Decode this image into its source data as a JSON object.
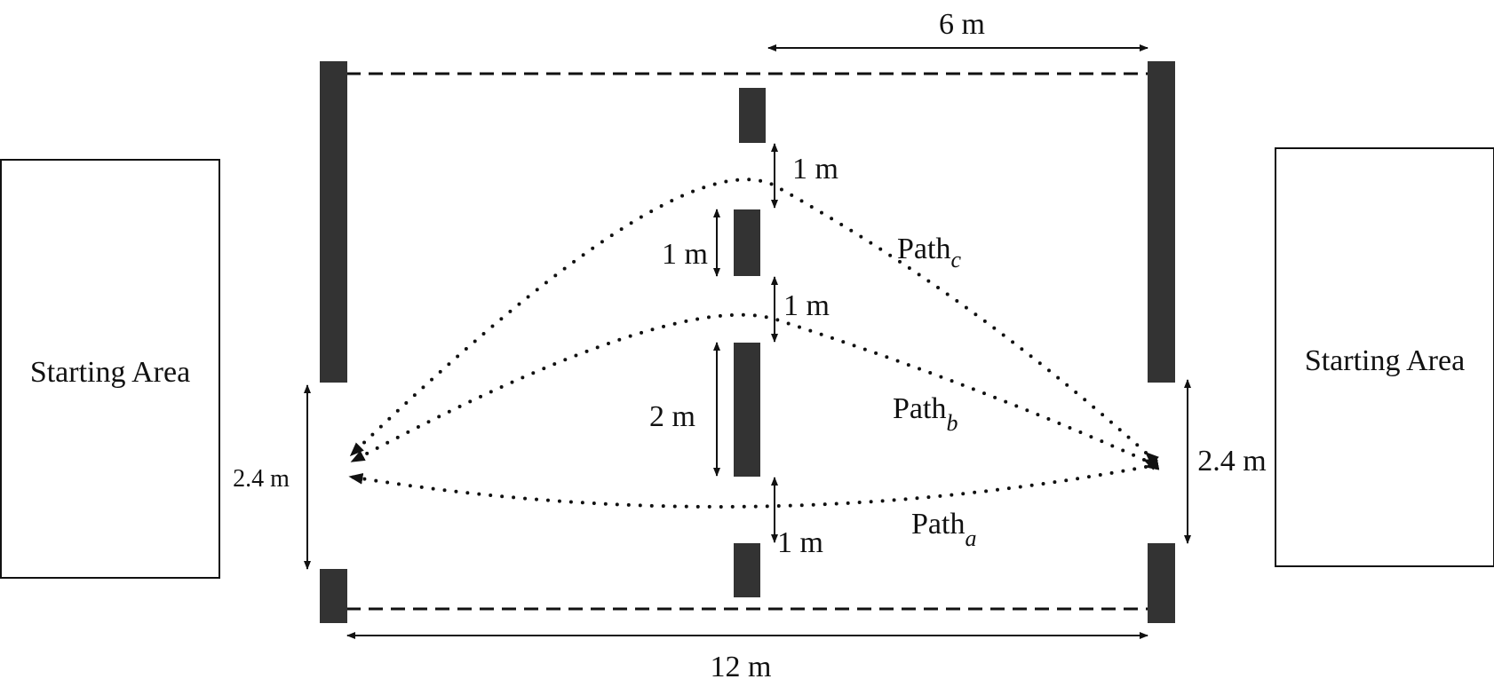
{
  "areas": {
    "left_label": "Starting Area",
    "right_label": "Starting Area"
  },
  "dimensions": {
    "top_width": "6 m",
    "bottom_width": "12 m",
    "left_gap": "2.4 m",
    "right_gap": "2.4 m",
    "center_upper_gap": "1 m",
    "center_left_post": "1 m",
    "center_middle_gap": "1 m",
    "center_long_post": "2 m",
    "center_lower_gap": "1 m"
  },
  "paths": {
    "a": {
      "base": "Path",
      "sub": "a"
    },
    "b": {
      "base": "Path",
      "sub": "b"
    },
    "c": {
      "base": "Path",
      "sub": "c"
    }
  },
  "colors": {
    "post": "#333333",
    "line": "#111111"
  }
}
